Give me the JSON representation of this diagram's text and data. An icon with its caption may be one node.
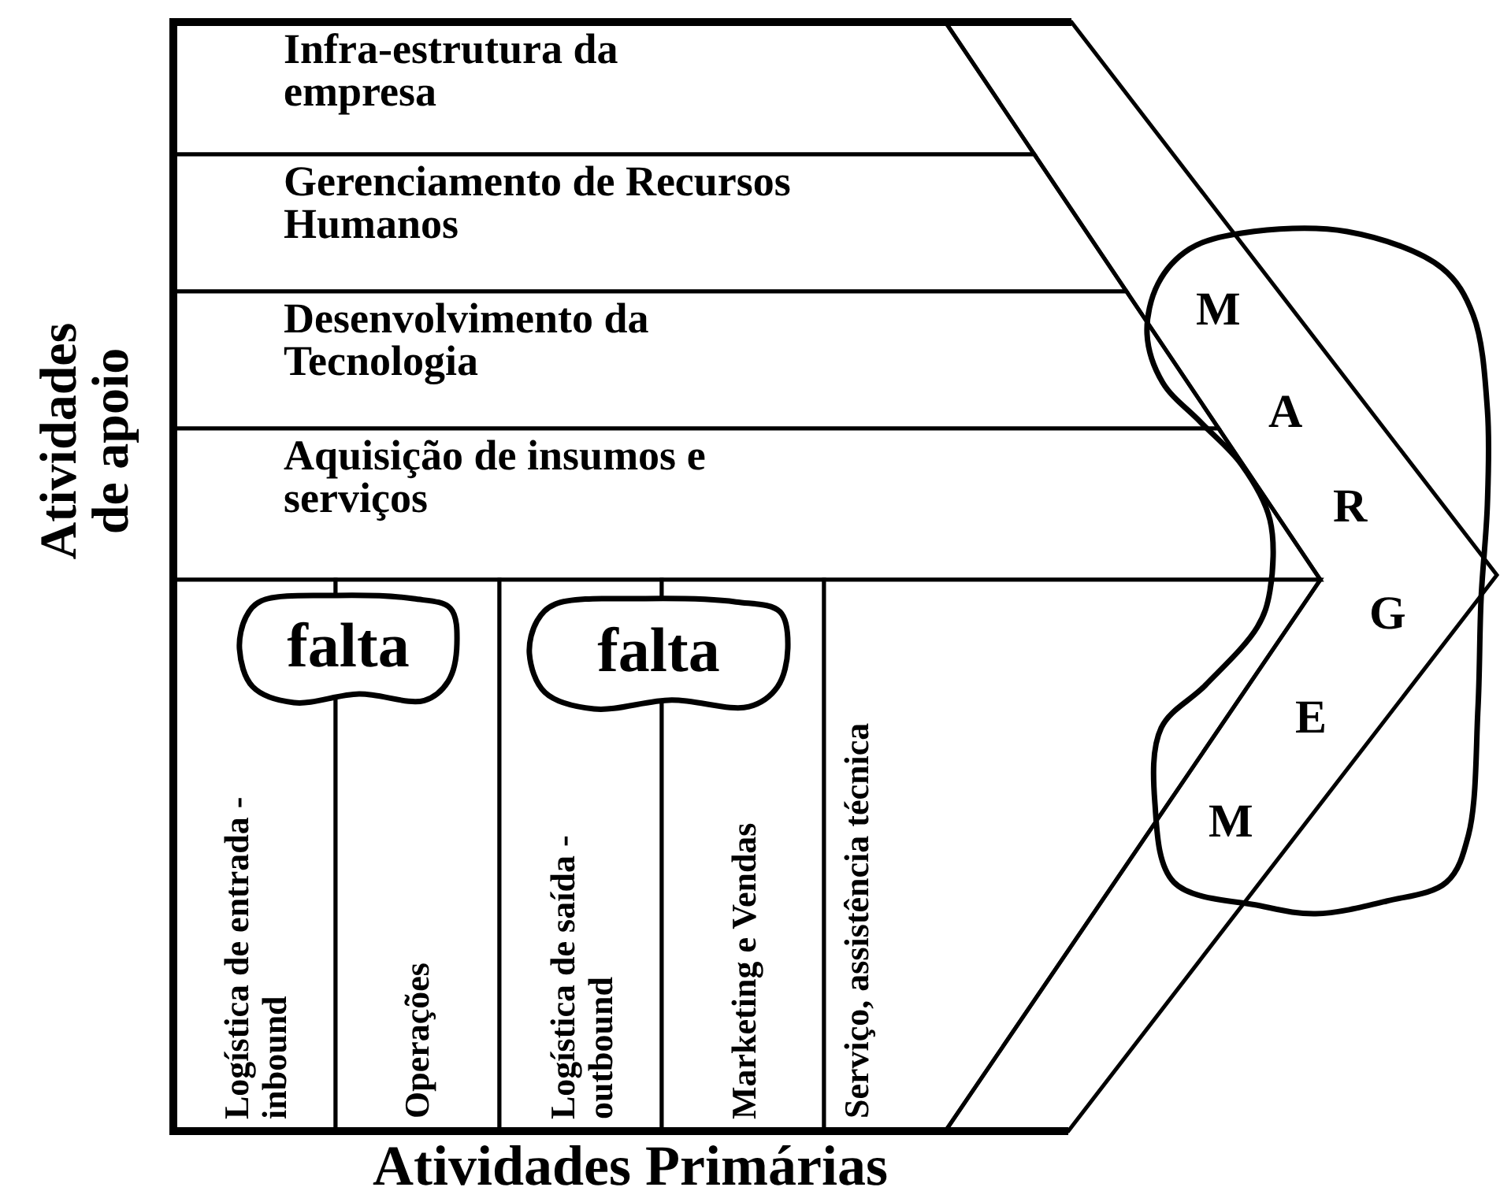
{
  "diagram": {
    "nodes": [
      {
        "text": [
          "Infra-estrutura da empresa"
        ]
      },
      {
        "text": [
          "Gerenciamento de Recursos Humanos"
        ]
      },
      {
        "text": [
          "Desenvolvimento da Tecnologia"
        ]
      },
      {
        "text": [
          "Aquisição de insumos e serviços"
        ]
      },
      {
        "text": [
          "Logística de entrada - inbound"
        ]
      },
      {
        "text": [
          "Operações"
        ]
      },
      {
        "text": [
          "Logística de saída - outbound"
        ]
      },
      {
        "text": [
          "Marketing e Vendas"
        ]
      },
      {
        "text": [
          "Serviço, assistência técnica"
        ]
      },
      {
        "text": [
          "falta"
        ]
      },
      {
        "text": [
          "falta"
        ]
      },
      {
        "text": [
          "M",
          "A",
          "R",
          "G",
          "E",
          "M"
        ]
      }
    ],
    "labels": [
      "Atividades de apoio",
      "Atividades Primárias"
    ]
  }
}
